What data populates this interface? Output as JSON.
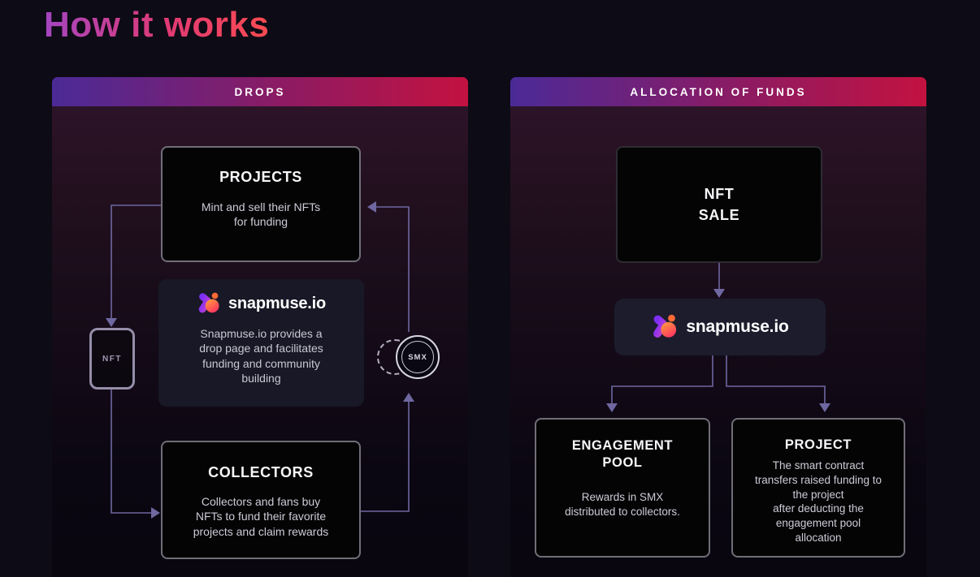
{
  "page": {
    "title": "How it works"
  },
  "panels": {
    "drops": {
      "header": "DROPS",
      "projects": {
        "title": "PROJECTS",
        "body": "Mint and sell their NFTs\nfor funding"
      },
      "snapmuse": {
        "brand": "snapmuse.io",
        "body": "Snapmuse.io provides a\ndrop page and facilitates\nfunding and community\nbuilding"
      },
      "collectors": {
        "title": "COLLECTORS",
        "body": "Collectors and fans buy\nNFTs to fund their favorite\nprojects and claim rewards"
      },
      "nft_card_label": "NFT",
      "smx_coin_label": "SMX"
    },
    "allocation": {
      "header": "ALLOCATION OF FUNDS",
      "nft_sale": {
        "title": "NFT\nSALE"
      },
      "snapmuse": {
        "brand": "snapmuse.io"
      },
      "engagement_pool": {
        "title": "ENGAGEMENT\nPOOL",
        "body": "Rewards in SMX\ndistributed to collectors."
      },
      "project": {
        "title": "PROJECT",
        "body": "The smart contract\ntransfers raised funding to\nthe project\nafter deducting the\nengagement pool\nallocation"
      }
    }
  },
  "colors": {
    "page_background": "#0d0b15",
    "title_gradient": [
      "#a445c1",
      "#fc4b51"
    ],
    "panel_header_gradient": [
      "#4b2a97",
      "#c31240"
    ],
    "panel_body_top_tint": "#30152c",
    "box_background": "#040405",
    "box_border": "#dbd8e9",
    "snap_card_background": "#181826",
    "connector": "#6e67a0",
    "logo_purple": "#8a3ff0",
    "logo_orange": "#ff9a3d",
    "logo_pink": "#ff2e63"
  }
}
